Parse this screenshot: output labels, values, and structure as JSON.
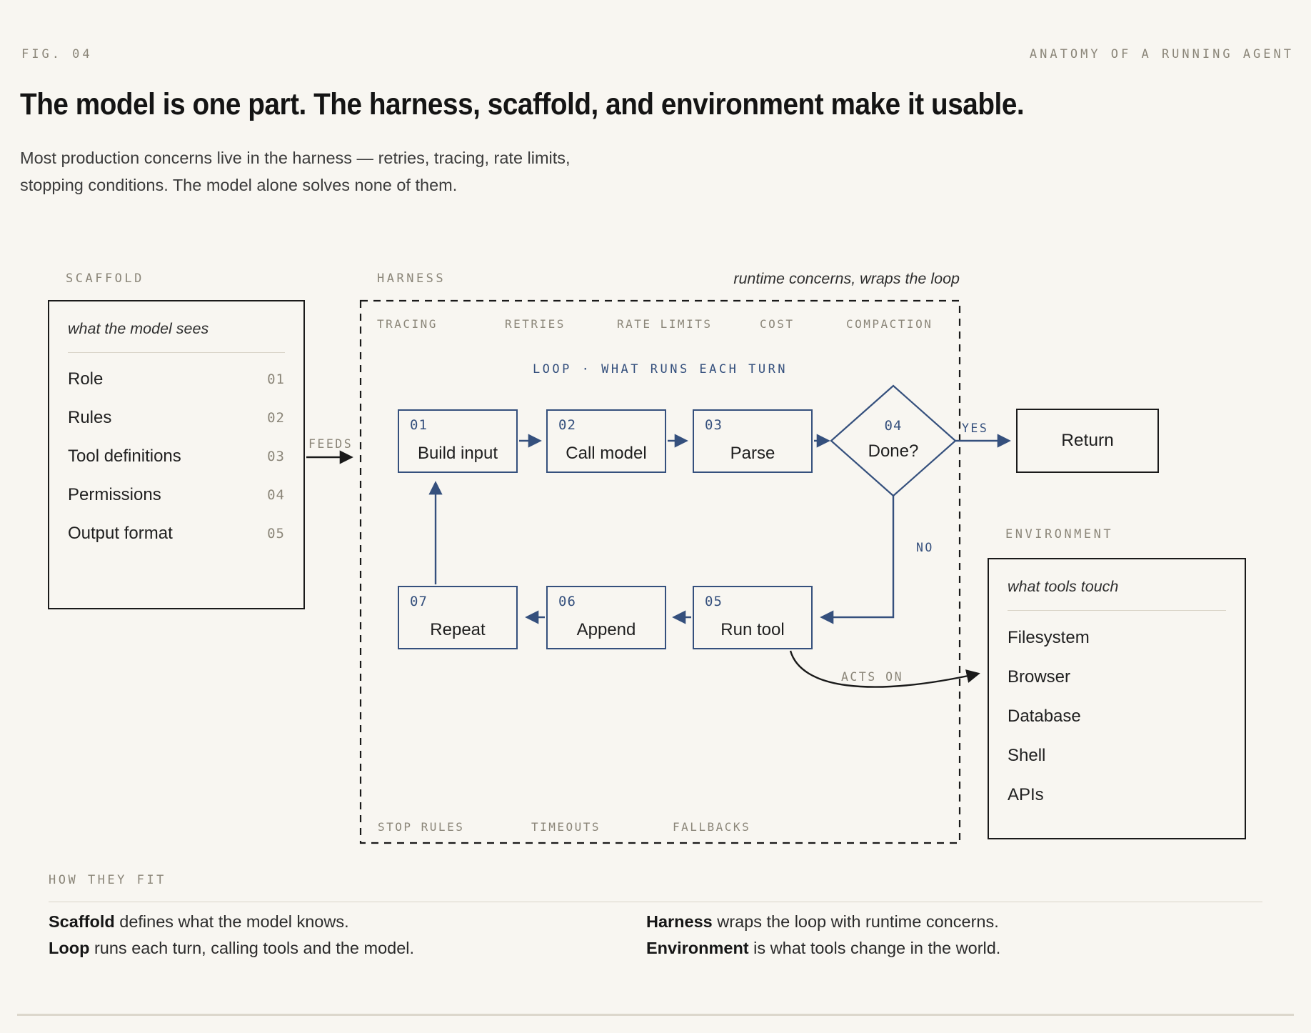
{
  "header": {
    "fig": "FIG. 04",
    "tag": "ANATOMY OF A RUNNING AGENT"
  },
  "title": "The model is one part. The harness, scaffold, and environment make it usable.",
  "subtitle": {
    "line1": "Most production concerns live in the harness — retries, tracing, rate limits,",
    "line2": "stopping conditions. The model alone solves none of them."
  },
  "scaffold": {
    "label": "SCAFFOLD",
    "caption": "what the model sees",
    "items": [
      {
        "label": "Role",
        "num": "01"
      },
      {
        "label": "Rules",
        "num": "02"
      },
      {
        "label": "Tool definitions",
        "num": "03"
      },
      {
        "label": "Permissions",
        "num": "04"
      },
      {
        "label": "Output format",
        "num": "05"
      }
    ]
  },
  "harness": {
    "label": "HARNESS",
    "note": "runtime concerns, wraps the loop",
    "loop_heading": "LOOP · WHAT RUNS EACH TURN",
    "top_concerns": [
      "TRACING",
      "RETRIES",
      "RATE LIMITS",
      "COST",
      "COMPACTION"
    ],
    "bottom_concerns": [
      "STOP RULES",
      "TIMEOUTS",
      "FALLBACKS"
    ]
  },
  "flow": {
    "nodes": [
      {
        "num": "01",
        "label": "Build input"
      },
      {
        "num": "02",
        "label": "Call model"
      },
      {
        "num": "03",
        "label": "Parse"
      },
      {
        "num": "05",
        "label": "Run tool"
      },
      {
        "num": "06",
        "label": "Append"
      },
      {
        "num": "07",
        "label": "Repeat"
      }
    ],
    "decision": {
      "num": "04",
      "label": "Done?"
    },
    "return_label": "Return",
    "yes_label": "YES",
    "no_label": "NO",
    "feeds_label": "FEEDS",
    "acts_on_label": "ACTS ON"
  },
  "environment": {
    "label": "ENVIRONMENT",
    "caption": "what tools touch",
    "items": [
      "Filesystem",
      "Browser",
      "Database",
      "Shell",
      "APIs"
    ]
  },
  "footer": {
    "heading": "HOW THEY FIT",
    "columns": [
      {
        "lines": [
          {
            "bold": "Scaffold",
            "rest": " defines what the model knows."
          },
          {
            "bold": "Loop",
            "rest": " runs each turn, calling tools and the model."
          }
        ]
      },
      {
        "lines": [
          {
            "bold": "Harness",
            "rest": " wraps the loop with runtime concerns."
          },
          {
            "bold": "Environment",
            "rest": " is what tools change in the world."
          }
        ]
      }
    ]
  },
  "colors": {
    "background": "#f8f6f1",
    "ink": "#1a1a1a",
    "muted_label": "#8b8679",
    "accent_navy": "#35507d",
    "divider": "#d9d4c8"
  }
}
